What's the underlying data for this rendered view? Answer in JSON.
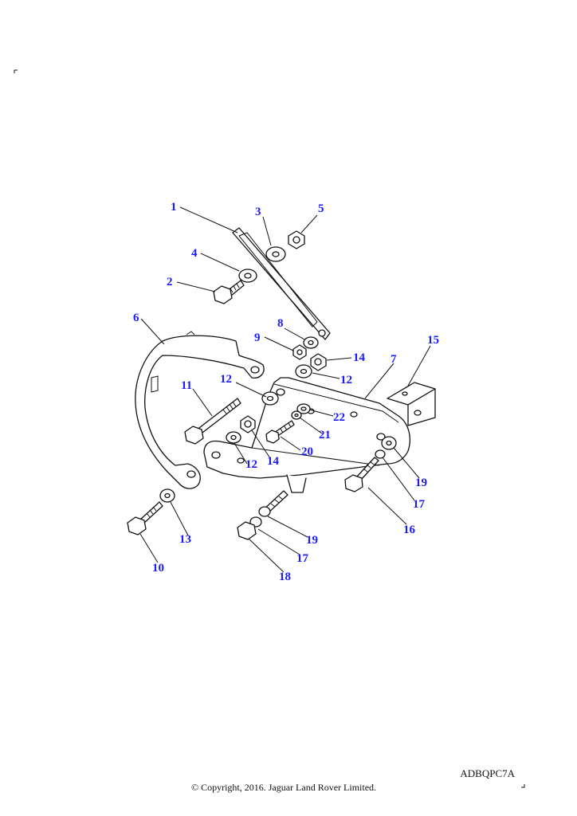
{
  "callouts": [
    "1",
    "2",
    "3",
    "4",
    "5",
    "6",
    "7",
    "8",
    "9",
    "10",
    "11",
    "12",
    "12",
    "12",
    "13",
    "14",
    "14",
    "15",
    "16",
    "17",
    "17",
    "18",
    "19",
    "19",
    "20",
    "21",
    "22"
  ],
  "reference_code": "ADBQPC7A",
  "copyright": "© Copyright, 2016. Jaguar Land Rover Limited."
}
